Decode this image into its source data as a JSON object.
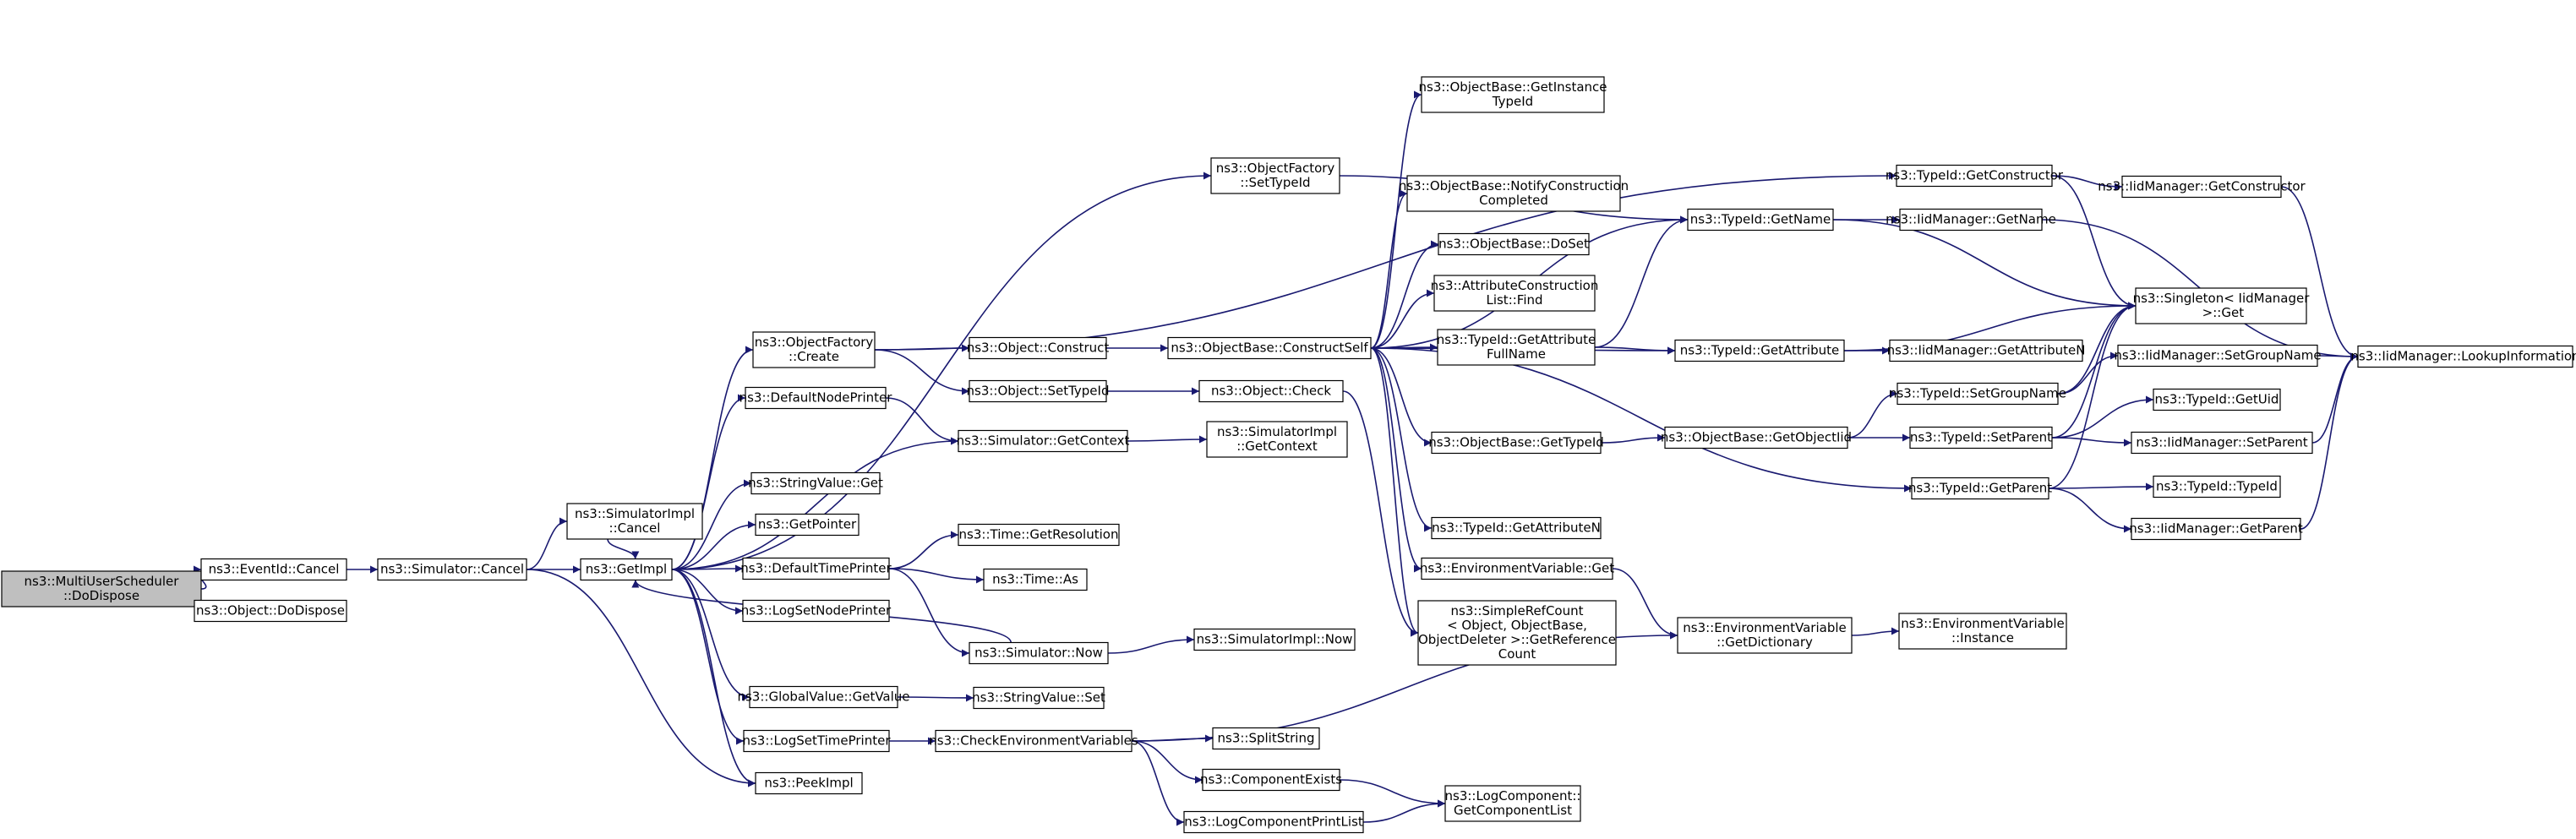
{
  "graph": {
    "edge_color": "#191970",
    "node_fill": "#ffffff",
    "root_fill": "#bfbfbf",
    "node_border": "#000000",
    "nodes": [
      {
        "id": "n0",
        "lines": [
          "ns3::MultiUserScheduler",
          "::DoDispose"
        ],
        "root": true
      },
      {
        "id": "n1",
        "lines": [
          "ns3::EventId::Cancel"
        ]
      },
      {
        "id": "n2",
        "lines": [
          "ns3::Object::DoDispose"
        ]
      },
      {
        "id": "n3",
        "lines": [
          "ns3::Simulator::Cancel"
        ]
      },
      {
        "id": "n4",
        "lines": [
          "ns3::SimulatorImpl",
          "::Cancel"
        ]
      },
      {
        "id": "n5",
        "lines": [
          "ns3::GetImpl"
        ]
      },
      {
        "id": "n6",
        "lines": [
          "ns3::PeekImpl"
        ]
      },
      {
        "id": "n7",
        "lines": [
          "ns3::ObjectFactory",
          "::Create"
        ]
      },
      {
        "id": "n8",
        "lines": [
          "ns3::DefaultNodePrinter"
        ]
      },
      {
        "id": "n9",
        "lines": [
          "ns3::StringValue::Get"
        ]
      },
      {
        "id": "n10",
        "lines": [
          "ns3::GetPointer"
        ]
      },
      {
        "id": "n11",
        "lines": [
          "ns3::DefaultTimePrinter"
        ]
      },
      {
        "id": "n12",
        "lines": [
          "ns3::LogSetNodePrinter"
        ]
      },
      {
        "id": "n13",
        "lines": [
          "ns3::GlobalValue::GetValue"
        ]
      },
      {
        "id": "n14",
        "lines": [
          "ns3::LogSetTimePrinter"
        ]
      },
      {
        "id": "n15",
        "lines": [
          "ns3::ObjectFactory",
          "::SetTypeId"
        ]
      },
      {
        "id": "n16",
        "lines": [
          "ns3::Object::Construct"
        ]
      },
      {
        "id": "n17",
        "lines": [
          "ns3::Object::SetTypeId"
        ]
      },
      {
        "id": "n18",
        "lines": [
          "ns3::Simulator::GetContext"
        ]
      },
      {
        "id": "n19",
        "lines": [
          "ns3::Time::GetResolution"
        ]
      },
      {
        "id": "n20",
        "lines": [
          "ns3::Time::As"
        ]
      },
      {
        "id": "n21",
        "lines": [
          "ns3::Simulator::Now"
        ]
      },
      {
        "id": "n22",
        "lines": [
          "ns3::StringValue::Set"
        ]
      },
      {
        "id": "n23",
        "lines": [
          "ns3::CheckEnvironmentVariables"
        ]
      },
      {
        "id": "n24",
        "lines": [
          "ns3::ObjectBase::ConstructSelf"
        ]
      },
      {
        "id": "n25",
        "lines": [
          "ns3::Object::Check"
        ]
      },
      {
        "id": "n26",
        "lines": [
          "ns3::SimulatorImpl",
          "::GetContext"
        ]
      },
      {
        "id": "n27",
        "lines": [
          "ns3::SimulatorImpl::Now"
        ]
      },
      {
        "id": "n28",
        "lines": [
          "ns3::SplitString"
        ]
      },
      {
        "id": "n29",
        "lines": [
          "ns3::ComponentExists"
        ]
      },
      {
        "id": "n30",
        "lines": [
          "ns3::LogComponentPrintList"
        ]
      },
      {
        "id": "n31",
        "lines": [
          "ns3::ObjectBase::GetInstance",
          "TypeId"
        ]
      },
      {
        "id": "n32",
        "lines": [
          "ns3::ObjectBase::NotifyConstruction",
          "Completed"
        ]
      },
      {
        "id": "n33",
        "lines": [
          "ns3::ObjectBase::DoSet"
        ]
      },
      {
        "id": "n34",
        "lines": [
          "ns3::AttributeConstruction",
          "List::Find"
        ]
      },
      {
        "id": "n35",
        "lines": [
          "ns3::TypeId::GetAttribute",
          "FullName"
        ]
      },
      {
        "id": "n36",
        "lines": [
          "ns3::ObjectBase::GetTypeId"
        ]
      },
      {
        "id": "n37",
        "lines": [
          "ns3::TypeId::GetAttributeN"
        ]
      },
      {
        "id": "n38",
        "lines": [
          "ns3::EnvironmentVariable::Get"
        ]
      },
      {
        "id": "n39",
        "lines": [
          "ns3::SimpleRefCount",
          "< Object, ObjectBase,",
          "ObjectDeleter >::GetReference",
          "Count"
        ]
      },
      {
        "id": "n40",
        "lines": [
          "ns3::TypeId::GetName"
        ]
      },
      {
        "id": "n41",
        "lines": [
          "ns3::TypeId::GetAttribute"
        ]
      },
      {
        "id": "n42",
        "lines": [
          "ns3::ObjectBase::GetObjectIid"
        ]
      },
      {
        "id": "n43",
        "lines": [
          "ns3::EnvironmentVariable",
          "::GetDictionary"
        ]
      },
      {
        "id": "n44",
        "lines": [
          "ns3::LogComponent::",
          "GetComponentList"
        ]
      },
      {
        "id": "n45",
        "lines": [
          "ns3::TypeId::GetConstructor"
        ]
      },
      {
        "id": "n46",
        "lines": [
          "ns3::IidManager::GetName"
        ]
      },
      {
        "id": "n47",
        "lines": [
          "ns3::IidManager::GetAttributeN"
        ]
      },
      {
        "id": "n48",
        "lines": [
          "ns3::TypeId::SetGroupName"
        ]
      },
      {
        "id": "n49",
        "lines": [
          "ns3::TypeId::SetParent"
        ]
      },
      {
        "id": "n50",
        "lines": [
          "ns3::TypeId::GetParent"
        ]
      },
      {
        "id": "n51",
        "lines": [
          "ns3::EnvironmentVariable",
          "::Instance"
        ]
      },
      {
        "id": "n52",
        "lines": [
          "ns3::IidManager::GetConstructor"
        ]
      },
      {
        "id": "n53",
        "lines": [
          "ns3::Singleton< IidManager",
          " >::Get"
        ]
      },
      {
        "id": "n54",
        "lines": [
          "ns3::IidManager::SetGroupName"
        ]
      },
      {
        "id": "n55",
        "lines": [
          "ns3::TypeId::GetUid"
        ]
      },
      {
        "id": "n56",
        "lines": [
          "ns3::IidManager::SetParent"
        ]
      },
      {
        "id": "n57",
        "lines": [
          "ns3::TypeId::TypeId"
        ]
      },
      {
        "id": "n58",
        "lines": [
          "ns3::IidManager::GetParent"
        ]
      },
      {
        "id": "n59",
        "lines": [
          "ns3::IidManager::LookupInformation"
        ]
      }
    ],
    "edges": [
      [
        "n0",
        "n1"
      ],
      [
        "n0",
        "n2"
      ],
      [
        "n1",
        "n3"
      ],
      [
        "n3",
        "n4"
      ],
      [
        "n3",
        "n5"
      ],
      [
        "n3",
        "n6"
      ],
      [
        "n4",
        "n5"
      ],
      [
        "n5",
        "n7"
      ],
      [
        "n5",
        "n8"
      ],
      [
        "n5",
        "n9"
      ],
      [
        "n5",
        "n10"
      ],
      [
        "n5",
        "n11"
      ],
      [
        "n5",
        "n12"
      ],
      [
        "n5",
        "n13"
      ],
      [
        "n5",
        "n14"
      ],
      [
        "n5",
        "n6"
      ],
      [
        "n5",
        "n15"
      ],
      [
        "n5",
        "n18"
      ],
      [
        "n7",
        "n16"
      ],
      [
        "n7",
        "n17"
      ],
      [
        "n7",
        "n45"
      ],
      [
        "n8",
        "n18"
      ],
      [
        "n11",
        "n19"
      ],
      [
        "n11",
        "n20"
      ],
      [
        "n11",
        "n21"
      ],
      [
        "n13",
        "n22"
      ],
      [
        "n14",
        "n23"
      ],
      [
        "n15",
        "n40"
      ],
      [
        "n16",
        "n24"
      ],
      [
        "n17",
        "n25"
      ],
      [
        "n18",
        "n26"
      ],
      [
        "n21",
        "n5"
      ],
      [
        "n21",
        "n27"
      ],
      [
        "n23",
        "n28"
      ],
      [
        "n23",
        "n29"
      ],
      [
        "n23",
        "n30"
      ],
      [
        "n23",
        "n43"
      ],
      [
        "n24",
        "n31"
      ],
      [
        "n24",
        "n32"
      ],
      [
        "n24",
        "n33"
      ],
      [
        "n24",
        "n34"
      ],
      [
        "n24",
        "n35"
      ],
      [
        "n24",
        "n36"
      ],
      [
        "n24",
        "n37"
      ],
      [
        "n24",
        "n38"
      ],
      [
        "n24",
        "n39"
      ],
      [
        "n24",
        "n40"
      ],
      [
        "n24",
        "n41"
      ],
      [
        "n24",
        "n50"
      ],
      [
        "n25",
        "n39"
      ],
      [
        "n29",
        "n44"
      ],
      [
        "n30",
        "n44"
      ],
      [
        "n35",
        "n40"
      ],
      [
        "n35",
        "n41"
      ],
      [
        "n36",
        "n42"
      ],
      [
        "n38",
        "n43"
      ],
      [
        "n40",
        "n46"
      ],
      [
        "n40",
        "n53"
      ],
      [
        "n41",
        "n47"
      ],
      [
        "n41",
        "n53"
      ],
      [
        "n42",
        "n48"
      ],
      [
        "n42",
        "n49"
      ],
      [
        "n43",
        "n51"
      ],
      [
        "n45",
        "n52"
      ],
      [
        "n45",
        "n53"
      ],
      [
        "n46",
        "n59"
      ],
      [
        "n48",
        "n54"
      ],
      [
        "n48",
        "n53"
      ],
      [
        "n49",
        "n55"
      ],
      [
        "n49",
        "n56"
      ],
      [
        "n49",
        "n53"
      ],
      [
        "n50",
        "n57"
      ],
      [
        "n50",
        "n58"
      ],
      [
        "n50",
        "n53"
      ],
      [
        "n52",
        "n59"
      ],
      [
        "n54",
        "n59"
      ],
      [
        "n56",
        "n59"
      ],
      [
        "n58",
        "n59"
      ]
    ]
  }
}
